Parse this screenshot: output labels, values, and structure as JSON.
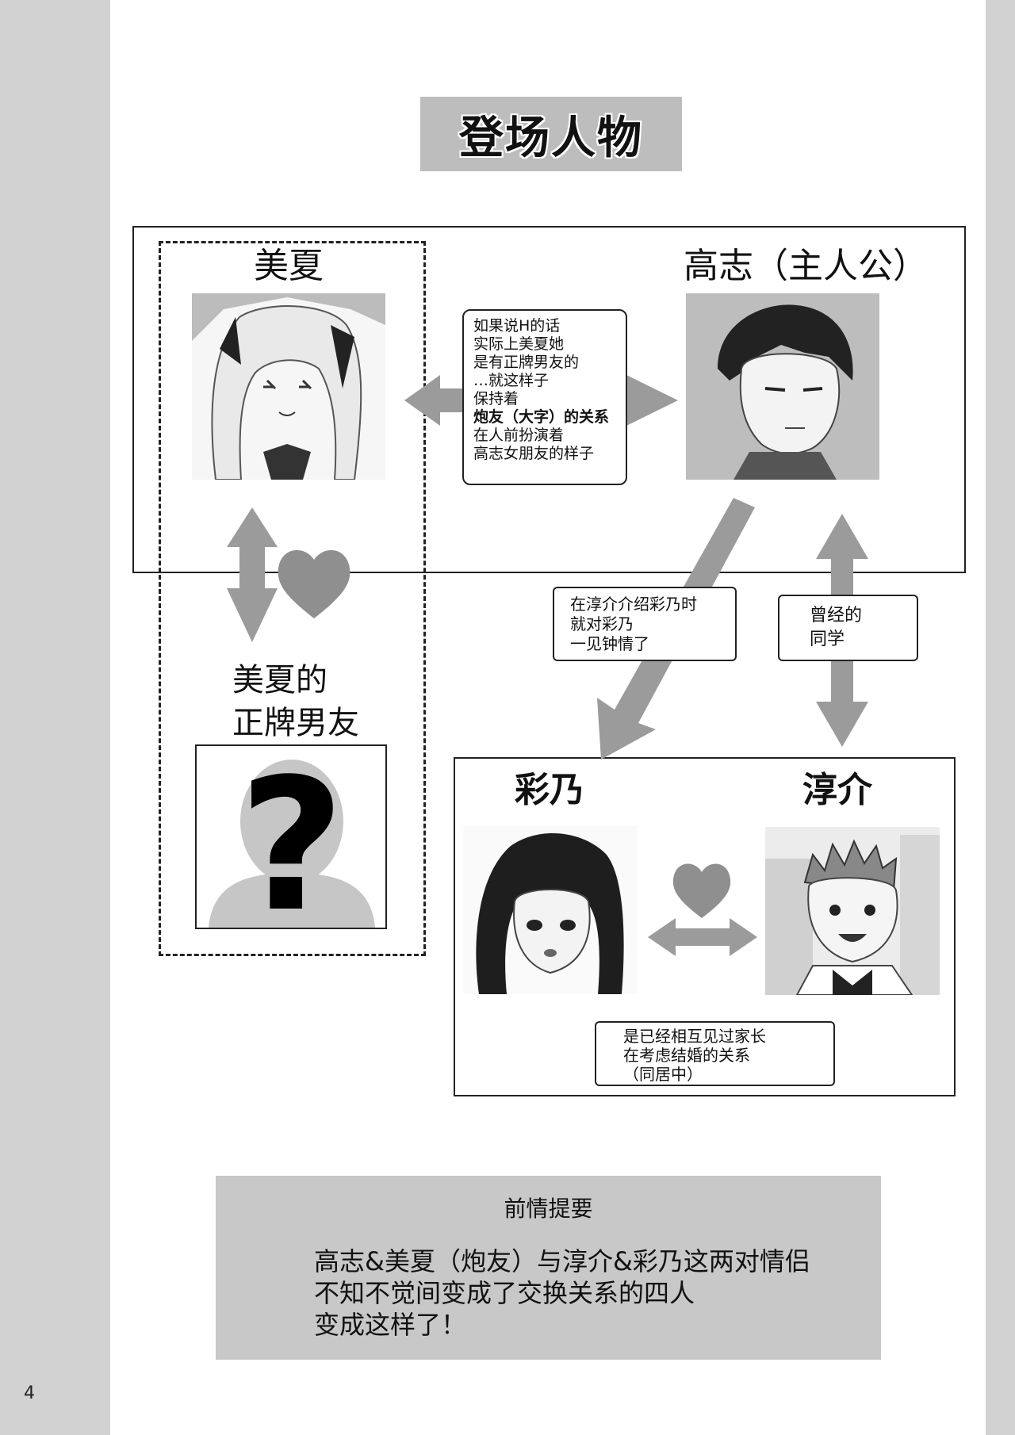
{
  "page_number": "4",
  "title": "登场人物",
  "characters": {
    "mika": {
      "name": "美夏",
      "icon": "smiling-girl-portrait"
    },
    "takashi": {
      "name": "高志（主人公）",
      "icon": "boy-portrait"
    },
    "boyfriend": {
      "name_line1": "美夏的",
      "name_line2": "正牌男友",
      "icon": "question-mark-silhouette"
    },
    "ayano": {
      "name": "彩乃",
      "icon": "long-hair-girl-portrait"
    },
    "junsuke": {
      "name": "淳介",
      "icon": "spiky-hair-boy-portrait"
    }
  },
  "relations": {
    "mika_takashi": {
      "lines": [
        "如果说H的话",
        "实际上美夏她",
        "是有正牌男友的",
        "…就这样子",
        "保持着"
      ],
      "emphasis": "炮友（大字）的关系",
      "lines_after": [
        "在人前扮演着",
        "高志女朋友的样子"
      ]
    },
    "takashi_ayano": {
      "lines": [
        "在淳介介绍彩乃时",
        "就对彩乃",
        "一见钟情了"
      ]
    },
    "takashi_junsuke": {
      "lines": [
        "曾经的",
        "同学"
      ]
    },
    "ayano_junsuke": {
      "lines": [
        "是已经相互见过家长",
        "在考虑结婚的关系",
        "（同居中）"
      ]
    }
  },
  "summary": {
    "title": "前情提要",
    "lines": [
      "高志&美夏（炮友）与淳介&彩乃这两对情侣",
      "不知不觉间变成了交换关系的四人",
      "变成这样了！"
    ]
  },
  "colors": {
    "arrow": "#9b9b9b",
    "heart": "#8f8f8f",
    "title_bg": "#bdbdbd",
    "summary_bg": "#c8c8c8",
    "margin": "#d2d2d2"
  }
}
